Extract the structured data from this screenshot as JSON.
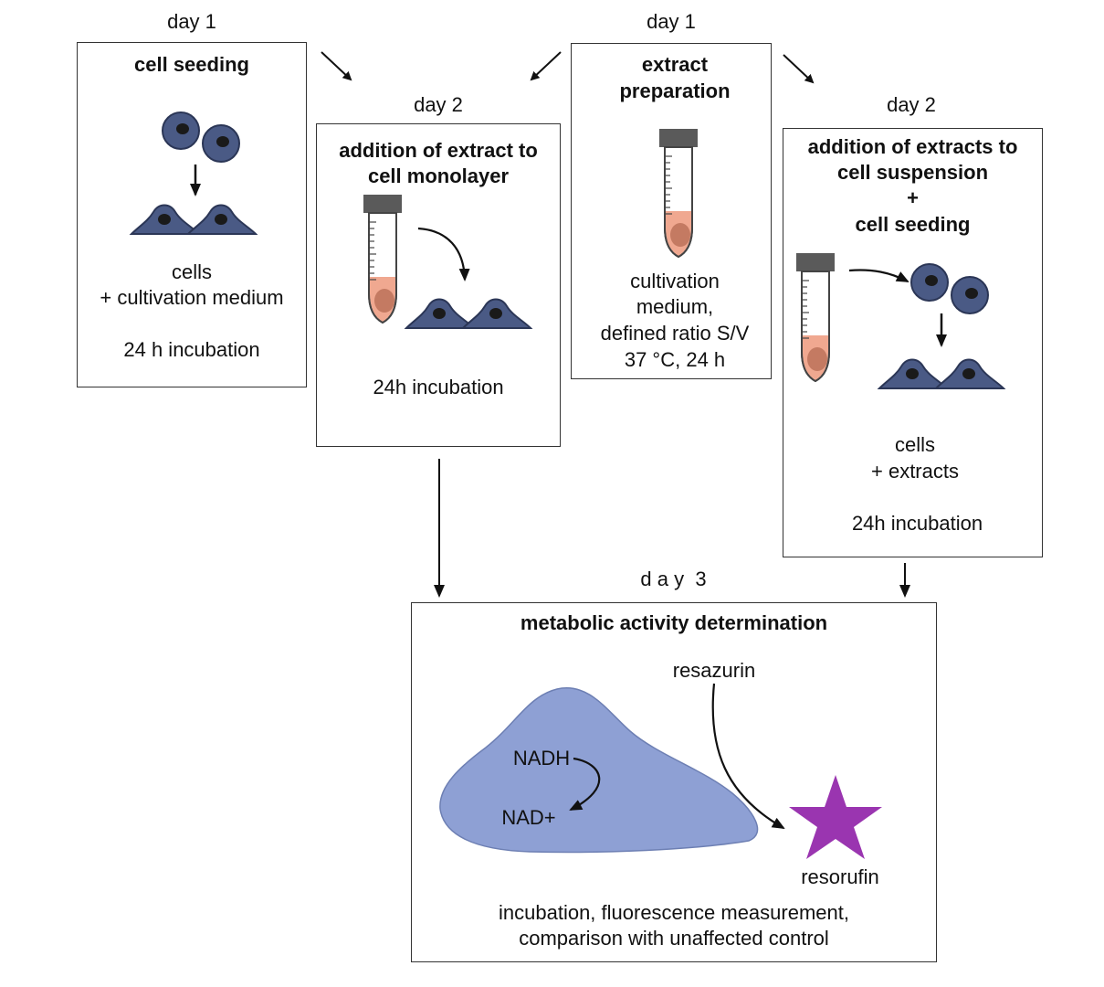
{
  "panel_cell_seeding": {
    "day": "day 1",
    "title": "cell seeding",
    "line1": "cells",
    "line2": "+ cultivation medium",
    "line3": "24 h incubation"
  },
  "panel_extract_preparation": {
    "day": "day 1",
    "title_line1": "extract",
    "title_line2": "preparation",
    "line1": "cultivation",
    "line2": "medium,",
    "line3": "defined ratio S/V",
    "line4": "37 °C, 24 h"
  },
  "panel_monolayer": {
    "day": "day 2",
    "title_line1": "addition of extract to",
    "title_line2": "cell monolayer",
    "line1": "24h incubation"
  },
  "panel_suspension": {
    "day": "day 2",
    "title_line1": "addition of extracts to",
    "title_line2": "cell suspension",
    "title_line3": "+",
    "title_line4": "cell seeding",
    "line1": "cells",
    "line2": "+ extracts",
    "line3": "24h incubation"
  },
  "panel_metabolic": {
    "day": "d a y  3",
    "title": "metabolic activity determination",
    "resazurin": "resazurin",
    "nadh": "NADH",
    "nad": "NAD+",
    "resorufin": "resorufin",
    "line1": "incubation, fluorescence measurement,",
    "line2": "comparison with unaffected control"
  },
  "colors": {
    "cell": "#4a5a85",
    "cell_stroke": "#2b3656",
    "nucleus": "#1a1a1a",
    "medium": "#f0a890",
    "pellet": "#c47a62",
    "cap": "#5a5a5a",
    "big_cell": "#8ea0d4",
    "star": "#9a35b0"
  }
}
